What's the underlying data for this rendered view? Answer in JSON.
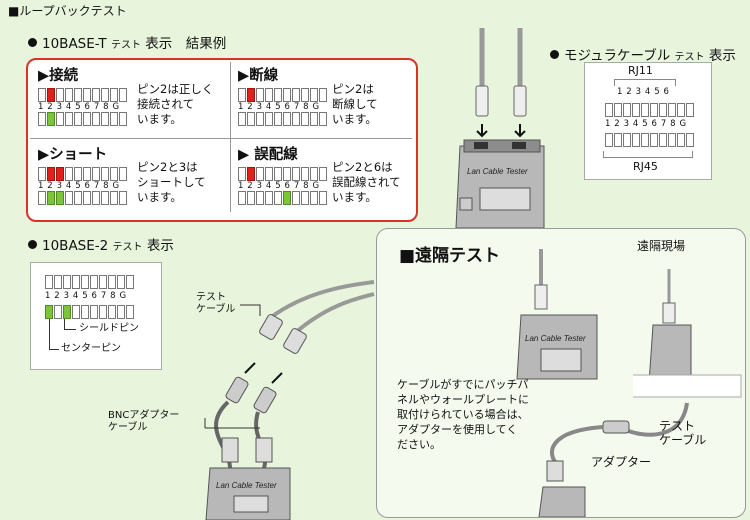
{
  "header": "■ループバックテスト",
  "loopback": {
    "title": "10BASE-T",
    "title_small": "テスト",
    "title_tail": "表示　結果例",
    "cells": [
      {
        "title": "▶接続",
        "desc": [
          "ピン2は正しく",
          "接続されて",
          "います。"
        ]
      },
      {
        "title": "▶断線",
        "desc": [
          "ピン2は",
          "断線して",
          "います。"
        ]
      },
      {
        "title": "▶ショート",
        "desc": [
          "ピン2と3は",
          "ショートして",
          "います。"
        ]
      },
      {
        "title": "▶ 誤配線",
        "desc": [
          "ピン2と6は",
          "誤配線されて",
          "います。"
        ]
      }
    ],
    "pin_labels": "1 2 3 4 5 6 7 8 G"
  },
  "modular": {
    "title": "モジュラケーブル",
    "title_small": "テスト",
    "title_tail": "表示",
    "rj11": "RJ11",
    "rj11_pins": "1 2 3 4 5 6",
    "rj45_pins": "1 2 3 4 5 6 7 8 G",
    "rj45": "RJ45"
  },
  "bnc": {
    "title": "10BASE-2",
    "title_small": "テスト",
    "title_tail": "表示",
    "pin_labels": "1 2 3 4 5 6 7 8 G",
    "shield": "シールドピン",
    "center": "センターピン",
    "test_cable": [
      "テスト",
      "ケーブル"
    ],
    "adapter_cable": [
      "BNCアダプター",
      "ケーブル"
    ]
  },
  "remote": {
    "title": "■遠隔テスト",
    "site": "遠隔現場",
    "desc": [
      "ケーブルがすでにパッチパ",
      "ネルやウォールプレートに",
      "取付けられている場合は、",
      "アダプターを使用してく",
      "ださい。"
    ],
    "test_cable": [
      "テスト",
      "ケーブル"
    ],
    "adapter": "アダプター"
  },
  "device_label": "Lan Cable Tester",
  "colors": {
    "background": "#e8f4dc",
    "frame_red": "#d8332a",
    "led_red": "#e0201b",
    "led_green": "#7cc43a"
  }
}
